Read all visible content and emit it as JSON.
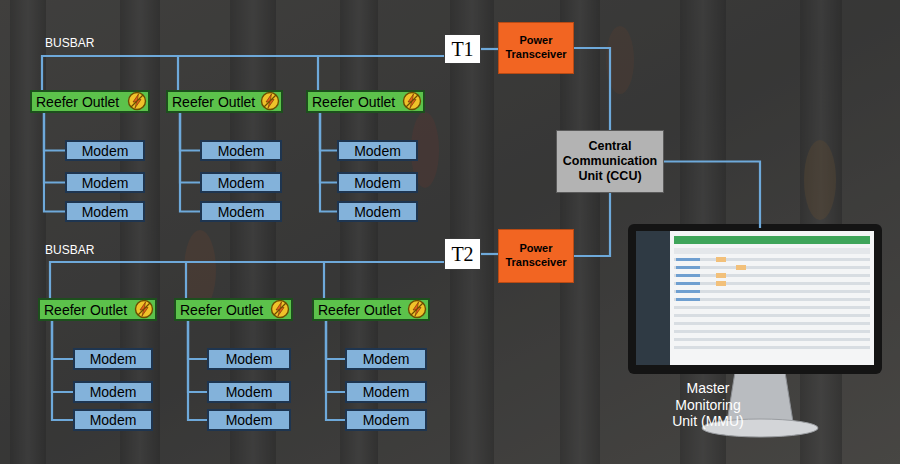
{
  "diagram": {
    "nodes": [
      {
        "text": [
          "T1"
        ]
      },
      {
        "text": [
          "Power Transceiver"
        ]
      },
      {
        "text": [
          "Reefer Outlet"
        ]
      },
      {
        "text": [
          "Reefer Outlet"
        ]
      },
      {
        "text": [
          "Reefer Outlet"
        ]
      },
      {
        "text": [
          "Modem"
        ]
      },
      {
        "text": [
          "Modem"
        ]
      },
      {
        "text": [
          "Modem"
        ]
      },
      {
        "text": [
          "Modem"
        ]
      },
      {
        "text": [
          "Modem"
        ]
      },
      {
        "text": [
          "Modem"
        ]
      },
      {
        "text": [
          "Modem"
        ]
      },
      {
        "text": [
          "Modem"
        ]
      },
      {
        "text": [
          "Modem"
        ]
      },
      {
        "text": [
          "Central Communication Unit (CCU)"
        ]
      },
      {
        "text": [
          "T2"
        ]
      },
      {
        "text": [
          "Power Transceiver"
        ]
      },
      {
        "text": [
          "Reefer Outlet"
        ]
      },
      {
        "text": [
          "Reefer Outlet"
        ]
      },
      {
        "text": [
          "Reefer Outlet"
        ]
      },
      {
        "text": [
          "Modem"
        ]
      },
      {
        "text": [
          "Modem"
        ]
      },
      {
        "text": [
          "Modem"
        ]
      },
      {
        "text": [
          "Modem"
        ]
      },
      {
        "text": [
          "Modem"
        ]
      },
      {
        "text": [
          "Modem"
        ]
      },
      {
        "text": [
          "Modem"
        ]
      },
      {
        "text": [
          "Modem"
        ]
      },
      {
        "text": [
          "Modem"
        ]
      },
      {
        "text": [
          "Master Monitoring Unit (MMU)"
        ]
      }
    ],
    "edges": [
      {
        "from": 2,
        "to": 0,
        "arrow": "none"
      },
      {
        "from": 3,
        "to": 0,
        "arrow": "none"
      },
      {
        "from": 4,
        "to": 0,
        "arrow": "none"
      },
      {
        "from": 2,
        "to": 5,
        "arrow": "none"
      },
      {
        "from": 2,
        "to": 6,
        "arrow": "none"
      },
      {
        "from": 2,
        "to": 7,
        "arrow": "none"
      },
      {
        "from": 3,
        "to": 8,
        "arrow": "none"
      },
      {
        "from": 3,
        "to": 9,
        "arrow": "none"
      },
      {
        "from": 3,
        "to": 10,
        "arrow": "none"
      },
      {
        "from": 4,
        "to": 11,
        "arrow": "none"
      },
      {
        "from": 4,
        "to": 12,
        "arrow": "none"
      },
      {
        "from": 4,
        "to": 13,
        "arrow": "none"
      },
      {
        "from": 0,
        "to": 1,
        "arrow": "none"
      },
      {
        "from": 1,
        "to": 14,
        "arrow": "none"
      },
      {
        "from": 17,
        "to": 15,
        "arrow": "none"
      },
      {
        "from": 18,
        "to": 15,
        "arrow": "none"
      },
      {
        "from": 19,
        "to": 15,
        "arrow": "none"
      },
      {
        "from": 17,
        "to": 20,
        "arrow": "none"
      },
      {
        "from": 17,
        "to": 21,
        "arrow": "none"
      },
      {
        "from": 17,
        "to": 22,
        "arrow": "none"
      },
      {
        "from": 18,
        "to": 23,
        "arrow": "none"
      },
      {
        "from": 18,
        "to": 24,
        "arrow": "none"
      },
      {
        "from": 18,
        "to": 25,
        "arrow": "none"
      },
      {
        "from": 19,
        "to": 26,
        "arrow": "none"
      },
      {
        "from": 19,
        "to": 27,
        "arrow": "none"
      },
      {
        "from": 19,
        "to": 28,
        "arrow": "none"
      },
      {
        "from": 15,
        "to": 16,
        "arrow": "none"
      },
      {
        "from": 14,
        "to": 16,
        "arrow": "none"
      },
      {
        "from": 14,
        "to": 29,
        "arrow": "none"
      }
    ],
    "labels": [
      "BUSBAR",
      "BUSBAR"
    ]
  }
}
